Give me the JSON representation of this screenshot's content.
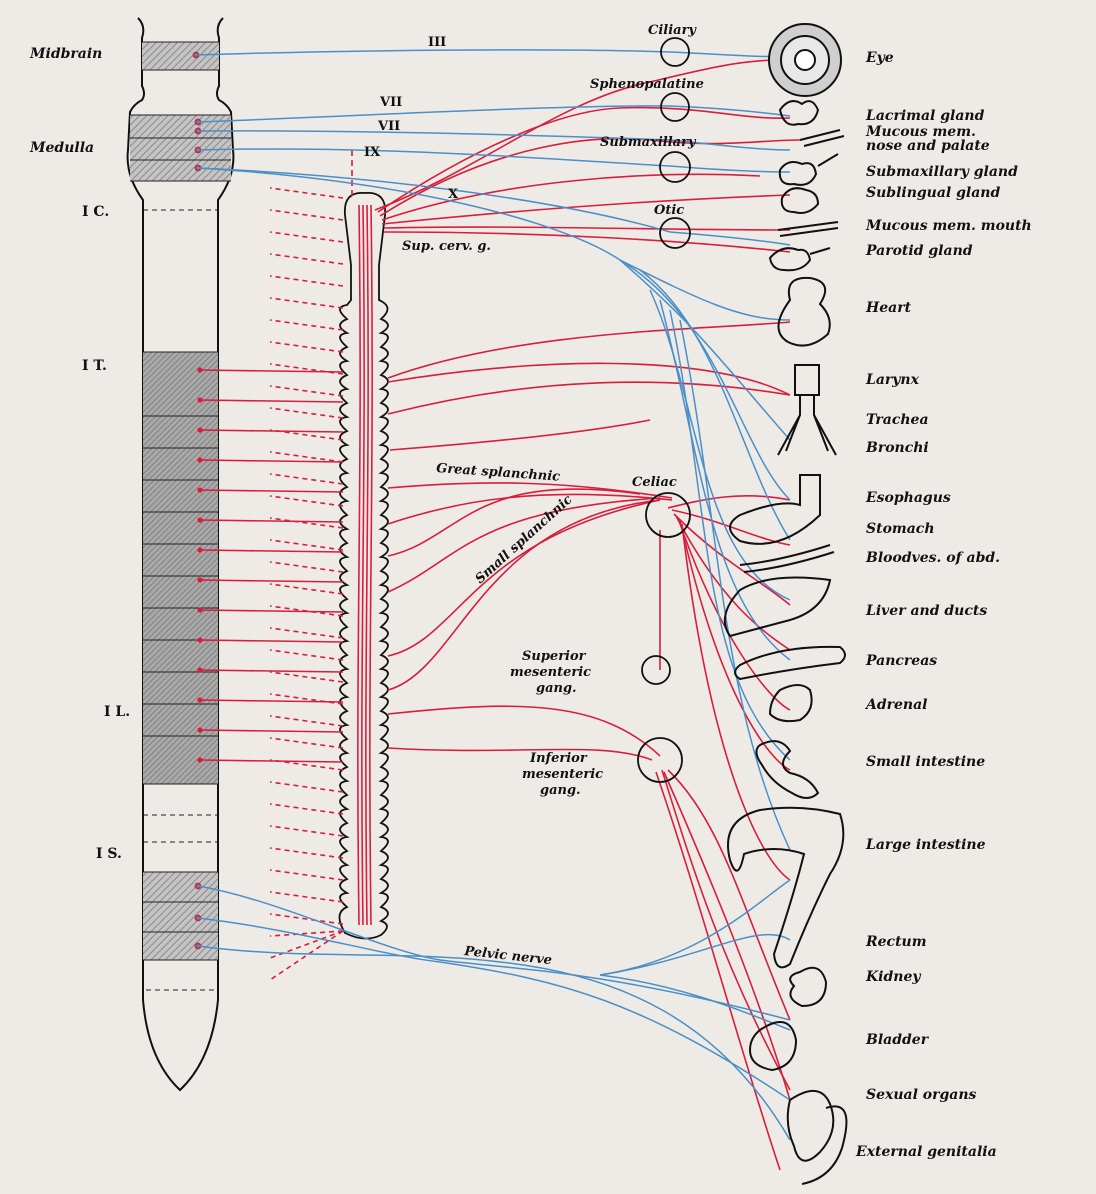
{
  "colors": {
    "background": "#eeebe7",
    "sympathetic": "#d81e3c",
    "parasympathetic": "#4a8fc7",
    "outline": "#111111",
    "hatch": "#9a9a9a"
  },
  "cord_labels": {
    "midbrain": "Midbrain",
    "medulla": "Medulla",
    "c1": "I C.",
    "t1": "I T.",
    "l1": "I L.",
    "s1": "I S."
  },
  "nerve_labels": {
    "iii": "III",
    "vii_a": "VII",
    "vii_b": "VII",
    "ix": "IX",
    "x": "X",
    "sup_cerv": "Sup. cerv. g.",
    "great_splanchnic": "Great splanchnic",
    "small_splanchnic": "Small splanchnic",
    "pelvic": "Pelvic nerve"
  },
  "ganglia": {
    "ciliary": "Ciliary",
    "sphenopalatine": "Sphenopalatine",
    "submaxillary": "Submaxillary",
    "otic": "Otic",
    "celiac": "Celiac",
    "superior_mesenteric": [
      "Superior",
      "mesenteric",
      "gang."
    ],
    "inferior_mesenteric": [
      "Inferior",
      "mesenteric",
      "gang."
    ]
  },
  "organs": [
    "Eye",
    "Lacrimal gland",
    "Mucous mem.",
    "nose and palate",
    "Submaxillary gland",
    "Sublingual gland",
    "Mucous mem. mouth",
    "Parotid gland",
    "Heart",
    "Larynx",
    "Trachea",
    "Bronchi",
    "Esophagus",
    "Stomach",
    "Bloodves. of abd.",
    "Liver and ducts",
    "Pancreas",
    "Adrenal",
    "Small intestine",
    "Large intestine",
    "Rectum",
    "Kidney",
    "Bladder",
    "Sexual organs",
    "External genitalia"
  ],
  "icons": [
    "eye-icon",
    "lacrimal-gland-icon",
    "salivary-gland-icon",
    "heart-icon",
    "trachea-icon",
    "stomach-icon",
    "liver-icon",
    "pancreas-icon",
    "adrenal-icon",
    "intestine-icon",
    "large-intestine-icon",
    "kidney-icon",
    "bladder-icon",
    "uterus-icon"
  ]
}
